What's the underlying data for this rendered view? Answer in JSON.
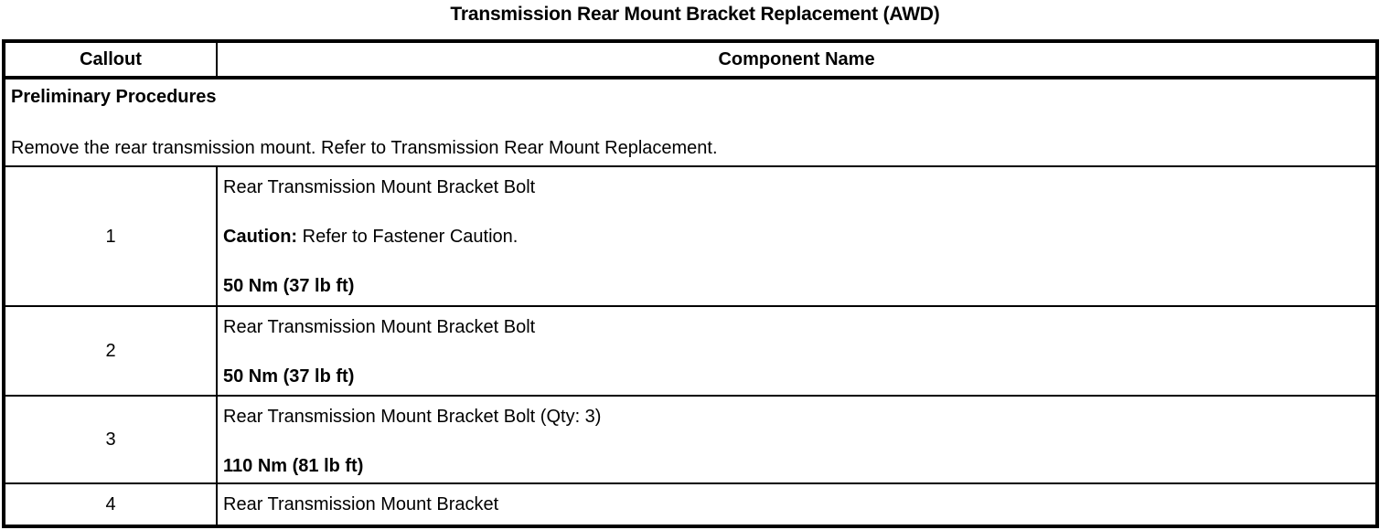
{
  "document": {
    "title": "Transmission Rear Mount Bracket Replacement (AWD)"
  },
  "table": {
    "headers": {
      "callout": "Callout",
      "component": "Component Name"
    },
    "preliminary": {
      "heading": "Preliminary Procedures",
      "body": "Remove the rear transmission mount. Refer to Transmission Rear Mount Replacement."
    },
    "rows": [
      {
        "callout": "1",
        "name": "Rear Transmission Mount Bracket Bolt",
        "caution_label": "Caution:",
        "caution_text": " Refer to Fastener Caution.",
        "torque": "50 Nm (37 lb ft)"
      },
      {
        "callout": "2",
        "name": "Rear Transmission Mount Bracket Bolt",
        "torque": "50 Nm (37 lb ft)"
      },
      {
        "callout": "3",
        "name": "Rear Transmission Mount Bracket Bolt (Qty: 3)",
        "torque": "110 Nm (81 lb ft)"
      },
      {
        "callout": "4",
        "name": "Rear Transmission Mount Bracket"
      }
    ]
  },
  "colors": {
    "text": "#000000",
    "border": "#000000",
    "background": "#ffffff"
  }
}
